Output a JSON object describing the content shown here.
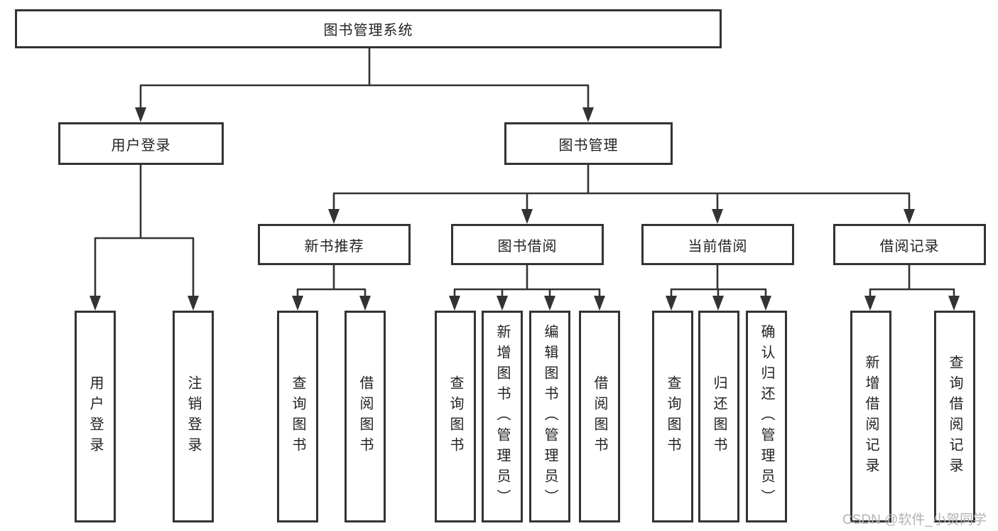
{
  "diagram": {
    "root": {
      "label": "图书管理系统"
    },
    "level2": [
      {
        "label": "用户登录"
      },
      {
        "label": "图书管理"
      }
    ],
    "level3": [
      {
        "label": "新书推荐"
      },
      {
        "label": "图书借阅"
      },
      {
        "label": "当前借阅"
      },
      {
        "label": "借阅记录"
      }
    ],
    "leaves": {
      "user_login": [
        {
          "label": "用户登录"
        },
        {
          "label": "注销登录"
        }
      ],
      "new_books": [
        {
          "label": "查询图书"
        },
        {
          "label": "借阅图书"
        }
      ],
      "book_borrow": [
        {
          "label": "查询图书"
        },
        {
          "label": "新增图书（管理员）"
        },
        {
          "label": "编辑图书（管理员）"
        },
        {
          "label": "借阅图书"
        }
      ],
      "current_borrow": [
        {
          "label": "查询图书"
        },
        {
          "label": "归还图书"
        },
        {
          "label": "确认归还（管理员）"
        }
      ],
      "borrow_records": [
        {
          "label": "新增借阅记录"
        },
        {
          "label": "查询借阅记录"
        }
      ]
    }
  },
  "watermark": {
    "text": "CSDN @软件_小贺同学"
  },
  "colors": {
    "line": "#333333",
    "text": "#222222",
    "watermark": "#b3b3b3",
    "background": "#ffffff"
  }
}
